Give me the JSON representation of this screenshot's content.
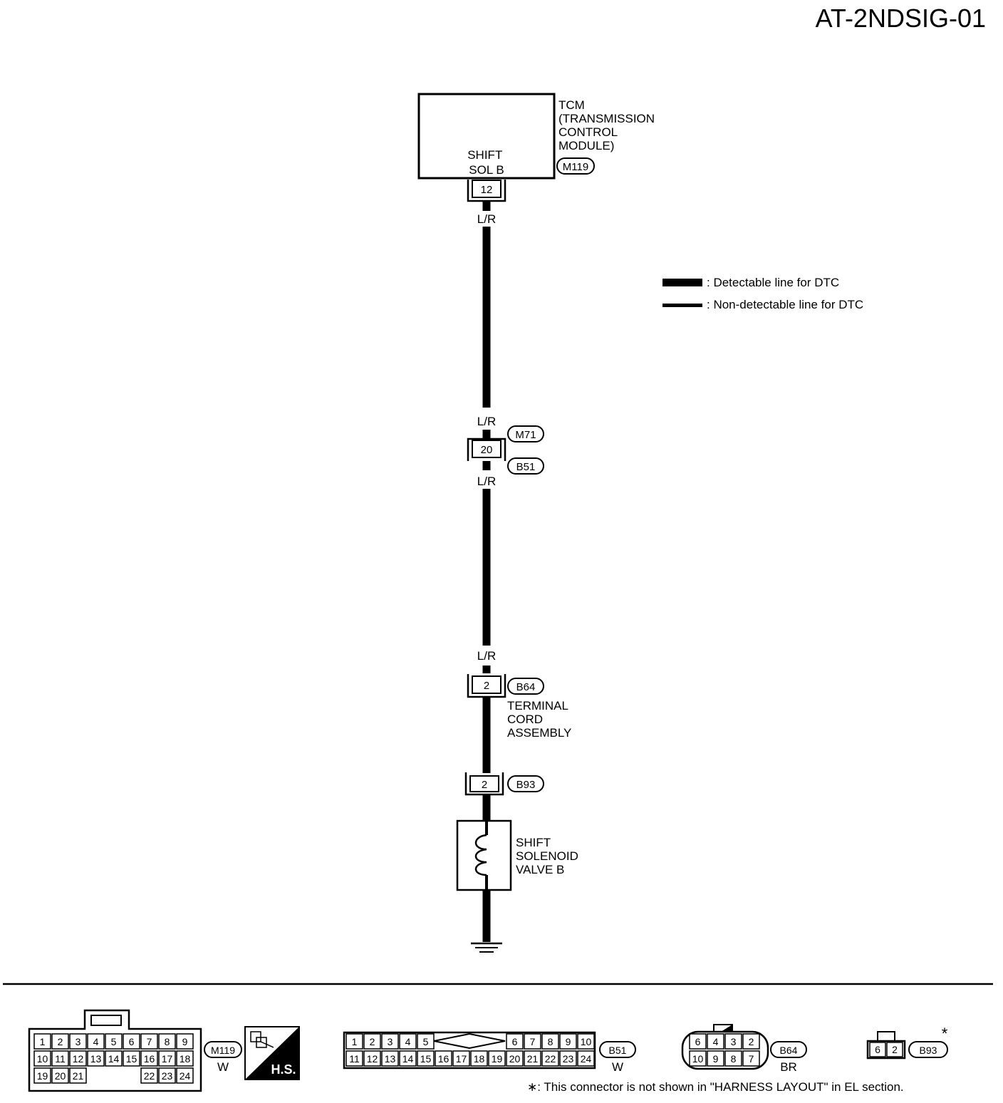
{
  "diagram_id": "AT-2NDSIG-01",
  "tcm": {
    "label_lines": [
      "TCM",
      "(TRANSMISSION",
      "CONTROL",
      "MODULE)"
    ],
    "terminal_label_lines": [
      "SHIFT",
      "SOL B"
    ],
    "connector": "M119",
    "pin": "12"
  },
  "wire_color": "L/R",
  "legend": {
    "detectable": ": Detectable line for DTC",
    "non_detectable": ": Non-detectable line for DTC"
  },
  "junction": {
    "pin": "20",
    "connector_top": "M71",
    "connector_bottom": "B51"
  },
  "terminal_cord": {
    "pin": "2",
    "connector": "B64",
    "label_lines": [
      "TERMINAL",
      "CORD",
      "ASSEMBLY"
    ]
  },
  "solenoid_connector": {
    "pin": "2",
    "connector": "B93"
  },
  "solenoid": {
    "label_lines": [
      "SHIFT",
      "SOLENOID",
      "VALVE B"
    ]
  },
  "connector_views": {
    "m119": {
      "row1": [
        "1",
        "2",
        "3",
        "4",
        "5",
        "6",
        "7",
        "8",
        "9"
      ],
      "row2": [
        "10",
        "11",
        "12",
        "13",
        "14",
        "15",
        "16",
        "17",
        "18"
      ],
      "row3_left": [
        "19",
        "20",
        "21"
      ],
      "row3_right": [
        "22",
        "23",
        "24"
      ],
      "id": "M119",
      "color": "W",
      "badge": "H.S."
    },
    "b51": {
      "row1_left": [
        "1",
        "2",
        "3",
        "4",
        "5"
      ],
      "row1_right": [
        "6",
        "7",
        "8",
        "9",
        "10"
      ],
      "row2": [
        "11",
        "12",
        "13",
        "14",
        "15",
        "16",
        "17",
        "18",
        "19",
        "20",
        "21",
        "22",
        "23",
        "24"
      ],
      "id": "B51",
      "color": "W"
    },
    "b64": {
      "row1": [
        "6",
        "4",
        "3",
        "2"
      ],
      "row2": [
        "10",
        "9",
        "8",
        "7"
      ],
      "id": "B64",
      "color": "BR"
    },
    "b93": {
      "pins": [
        "6",
        "2"
      ],
      "id": "B93",
      "star": "*"
    }
  },
  "footnote": "∗: This connector is not shown in \"HARNESS LAYOUT\" in EL section."
}
